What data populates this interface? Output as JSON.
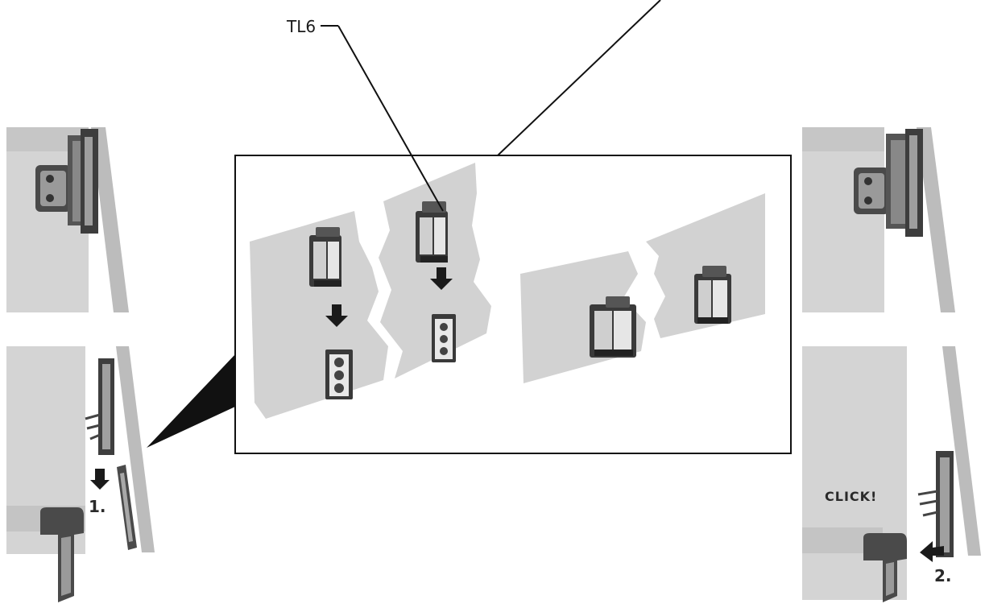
{
  "labels": {
    "part_callout": "TL6",
    "step_one": "1.",
    "step_two": "2.",
    "click_text": "CLICK!"
  },
  "colors": {
    "panel_gray": "#d4d4d4",
    "light_gray": "#e2e2e2",
    "dark_part": "#3c3c3c",
    "mid_part": "#7a7a7a",
    "line": "#111111"
  }
}
